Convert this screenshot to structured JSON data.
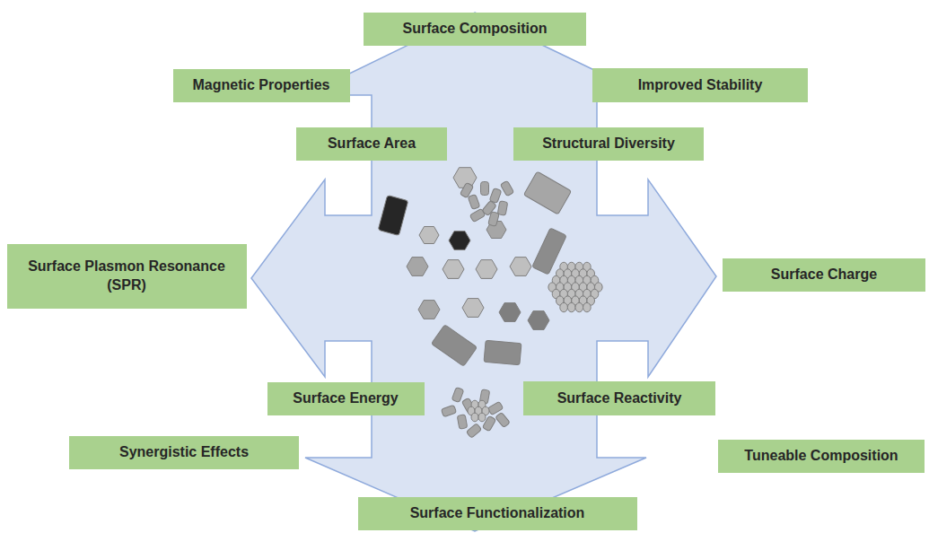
{
  "diagram": {
    "nodes": [
      {
        "text": [
          "Surface Composition"
        ]
      },
      {
        "text": [
          "Magnetic Properties"
        ]
      },
      {
        "text": [
          "Improved Stability"
        ]
      },
      {
        "text": [
          "Surface Area"
        ]
      },
      {
        "text": [
          "Structural Diversity"
        ]
      },
      {
        "text": [
          "Surface Plasmon Resonance (SPR)"
        ]
      },
      {
        "text": [
          "Surface Charge"
        ]
      },
      {
        "text": [
          "Surface Energy"
        ]
      },
      {
        "text": [
          "Surface Reactivity"
        ]
      },
      {
        "text": [
          "Synergistic Effects"
        ]
      },
      {
        "text": [
          "Tuneable Composition"
        ]
      },
      {
        "text": [
          "Surface Functionalization"
        ]
      }
    ]
  }
}
